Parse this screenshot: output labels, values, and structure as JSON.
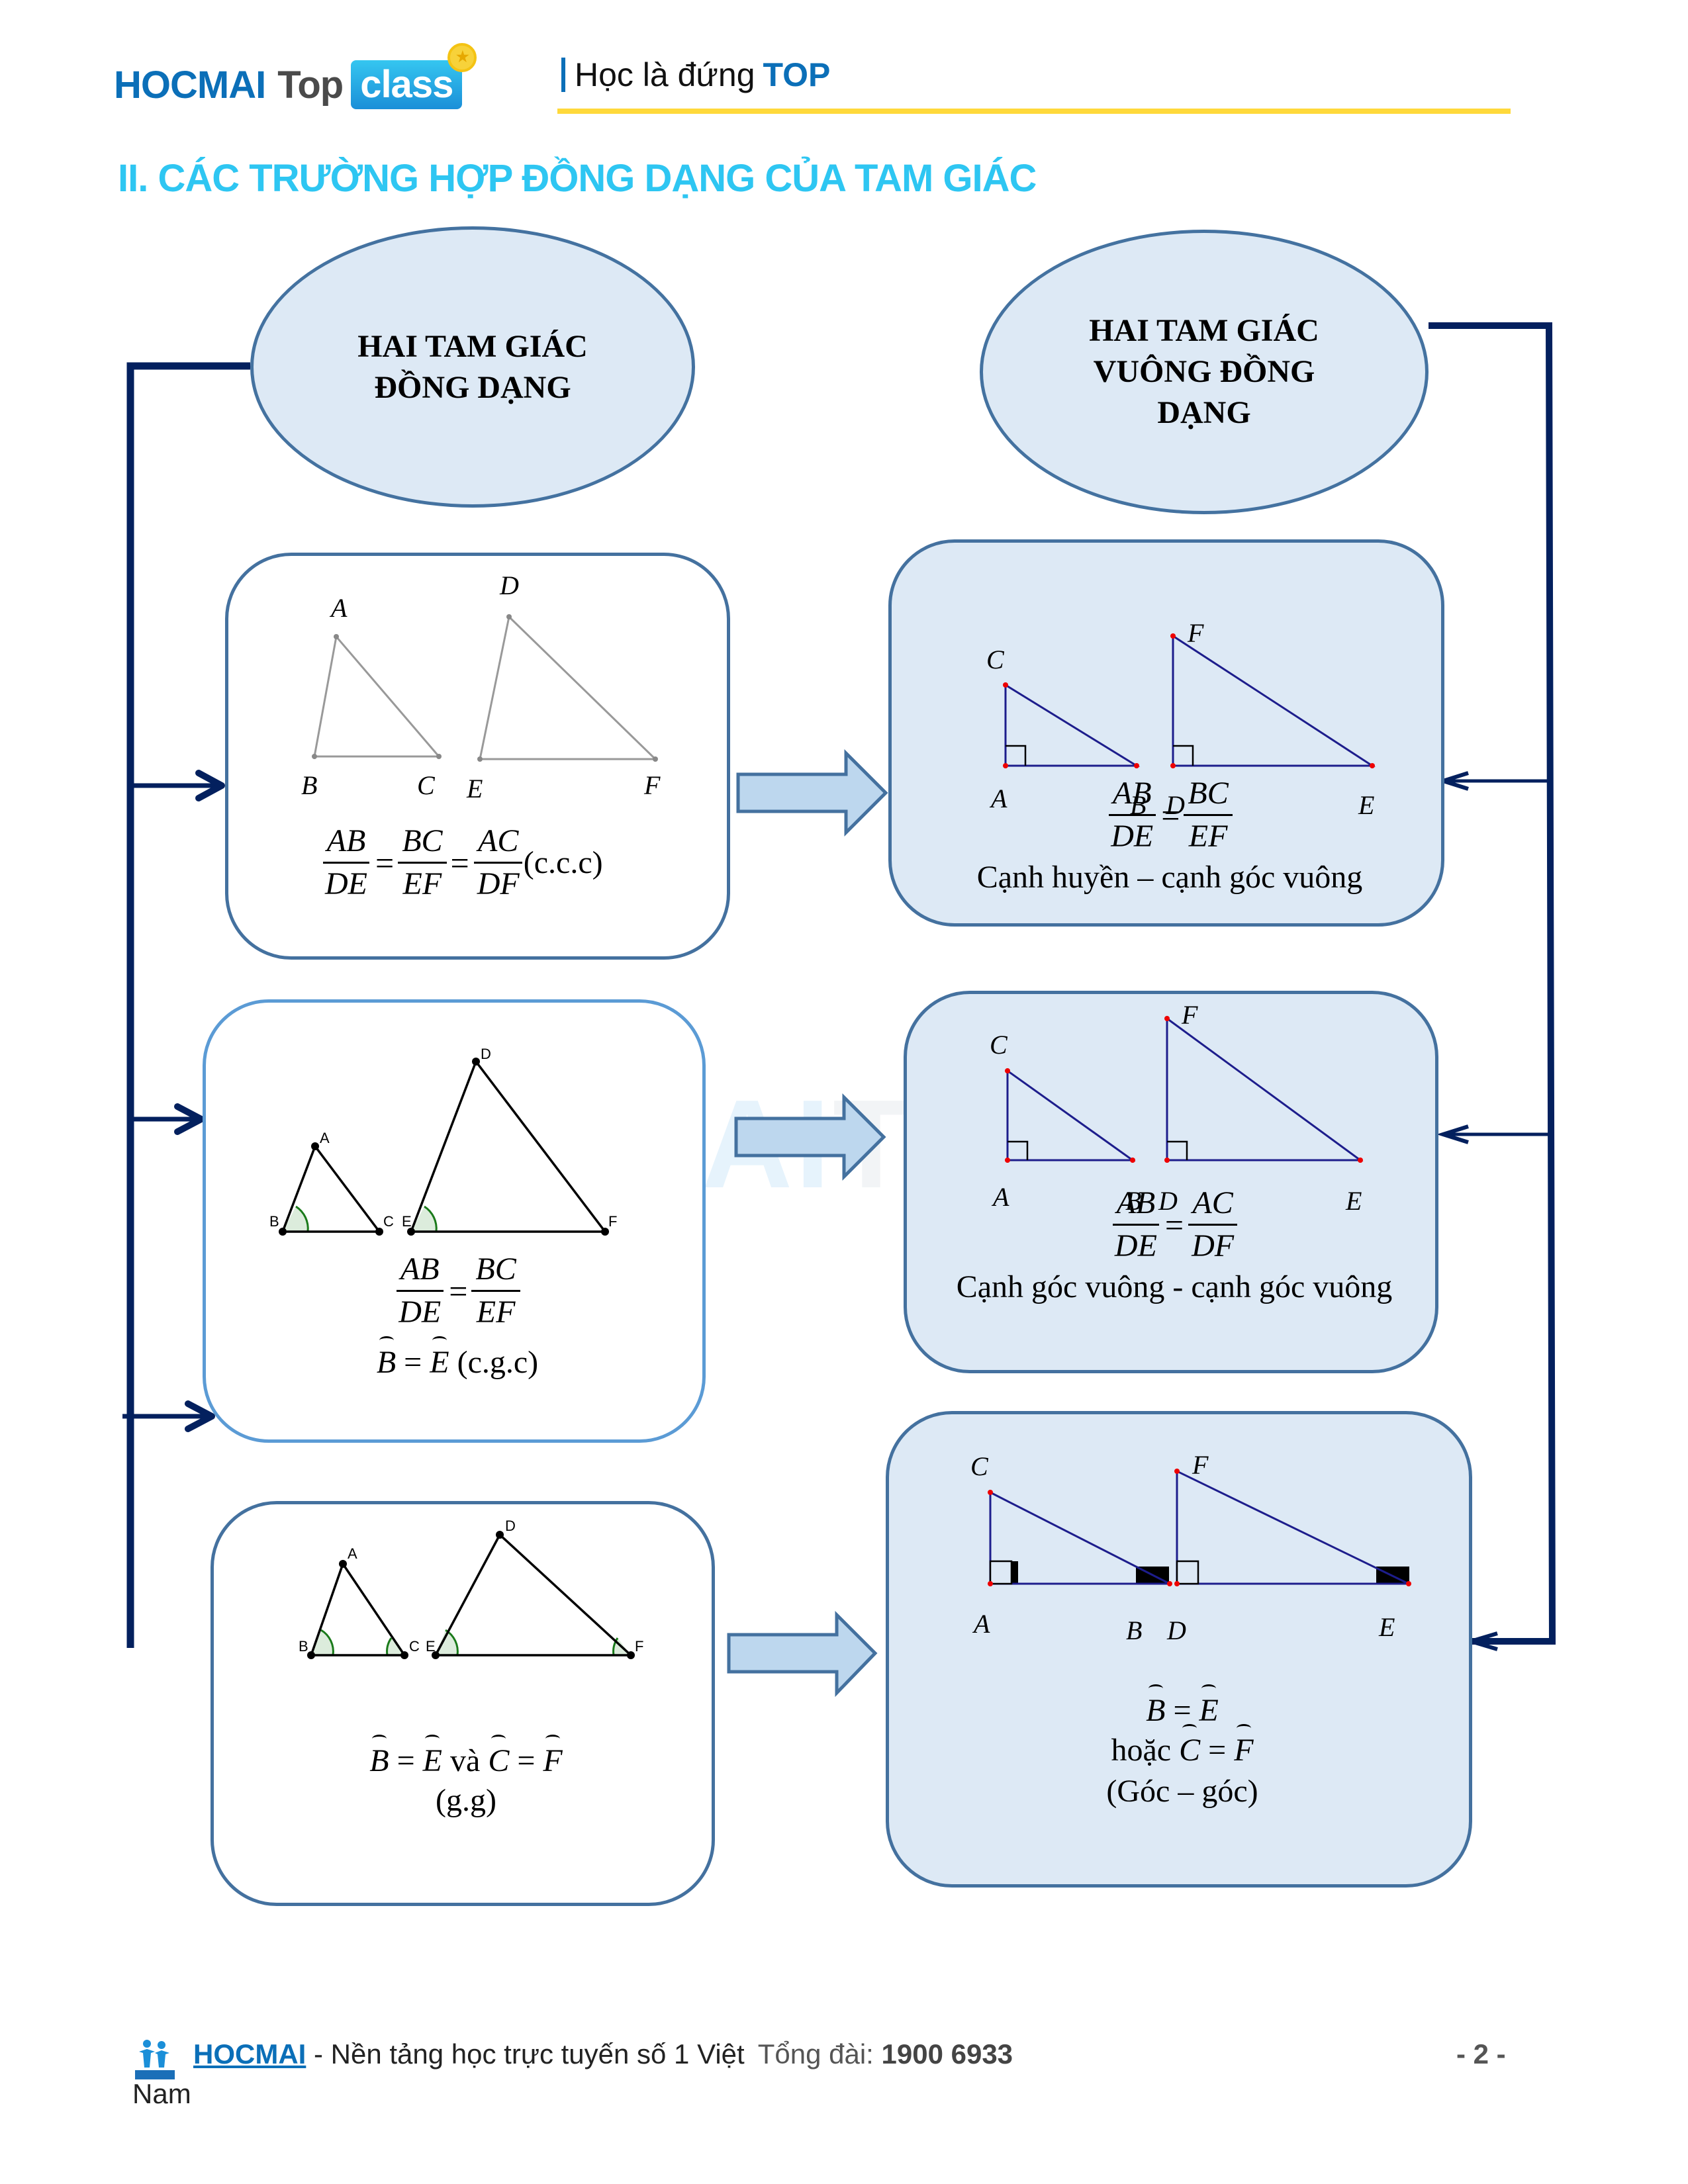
{
  "header": {
    "logo": {
      "brand": "HOCMAI",
      "top": "Top",
      "class": "class",
      "badge": "★"
    },
    "slogan": {
      "prefix": "Học là đứng",
      "highlight": "TOP"
    }
  },
  "section_title": "II. CÁC TRƯỜNG HỢP ĐỒNG DẠNG CỦA TAM GIÁC",
  "watermark": {
    "part1": "AI",
    "part2": "To"
  },
  "left_column": {
    "heading": [
      "HAI TAM GIÁC",
      "ĐỒNG DẠNG"
    ],
    "cases": [
      {
        "vertex_labels": [
          "A",
          "B",
          "C",
          "D",
          "E",
          "F"
        ],
        "fractions": [
          [
            "AB",
            "DE"
          ],
          [
            "BC",
            "EF"
          ],
          [
            "AC",
            "DF"
          ]
        ],
        "tag": "(c.c.c)"
      },
      {
        "vertex_labels": [
          "A",
          "B",
          "C",
          "D",
          "E",
          "F"
        ],
        "fractions": [
          [
            "AB",
            "DE"
          ],
          [
            "BC",
            "EF"
          ]
        ],
        "angle_eq": {
          "left": "B",
          "right": "E"
        },
        "tag": "(c.g.c)"
      },
      {
        "vertex_labels": [
          "A",
          "B",
          "C",
          "D",
          "E",
          "F"
        ],
        "angle_eq": {
          "a1": "B",
          "a2": "E",
          "joiner": "và",
          "a3": "C",
          "a4": "F"
        },
        "tag": "(g.g)"
      }
    ]
  },
  "right_column": {
    "heading": [
      "HAI TAM GIÁC",
      "VUÔNG ĐỒNG",
      "DẠNG"
    ],
    "cases": [
      {
        "vertex_labels": [
          "C",
          "A",
          "B",
          "F",
          "D",
          "E"
        ],
        "fractions": [
          [
            "AB",
            "DE"
          ],
          [
            "BC",
            "EF"
          ]
        ],
        "caption": "Cạnh huyền – cạnh góc vuông"
      },
      {
        "vertex_labels": [
          "C",
          "A",
          "B",
          "F",
          "D",
          "E"
        ],
        "fractions": [
          [
            "AB",
            "DE"
          ],
          [
            "AC",
            "DF"
          ]
        ],
        "caption": "Cạnh góc vuông - cạnh góc vuông"
      },
      {
        "vertex_labels": [
          "C",
          "A",
          "B",
          "F",
          "D",
          "E"
        ],
        "angle_eq1": {
          "left": "B",
          "right": "E"
        },
        "angle_eq2": {
          "prefix": "hoặc",
          "left": "C",
          "right": "F"
        },
        "caption": "(Góc – góc)"
      }
    ]
  },
  "symbols": {
    "equals": "="
  },
  "footer": {
    "brand": "HOCMAI",
    "tagline": " - Nền tảng học trực tuyến số 1 Việt",
    "tagline_cont": "Nam",
    "hotline_label": "Tổng đài:",
    "hotline_number": "1900 6933",
    "page_number": "- 2 -"
  },
  "colors": {
    "brand_blue": "#0b6fb8",
    "title_cyan": "#2ec6f2",
    "accent_yellow": "#ffd93b",
    "connector_navy": "#03205e",
    "box_border": "#44719f",
    "box_fill": "#dde9f5",
    "arrow_fill": "#bdd7ee"
  }
}
